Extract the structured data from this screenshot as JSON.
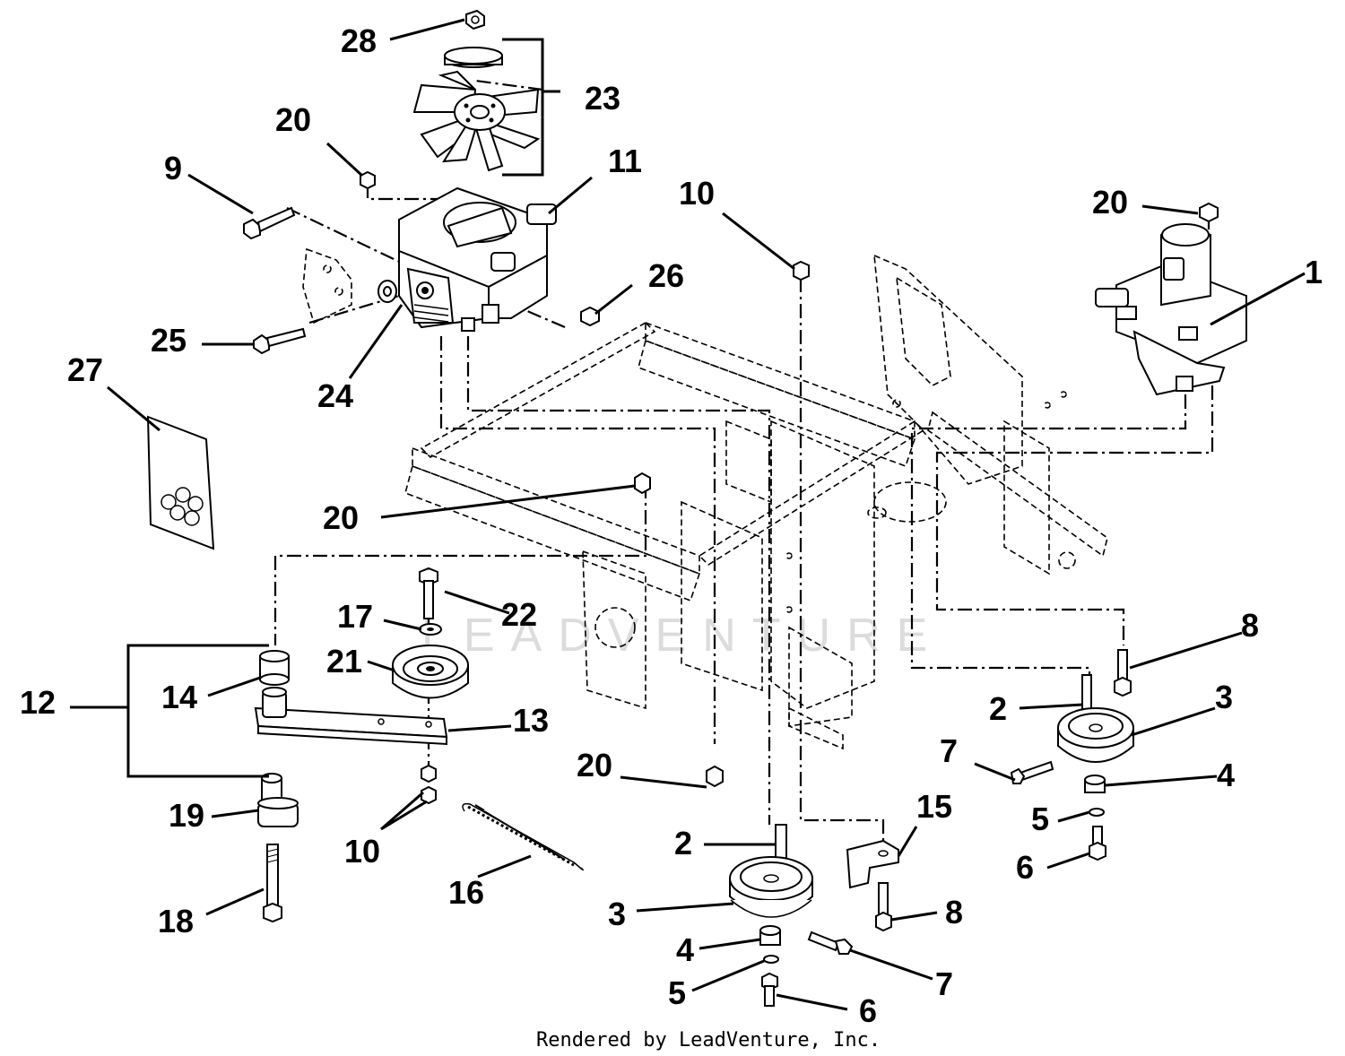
{
  "footer": "Rendered by LeadVenture, Inc.",
  "watermark": "LEADVENTURE",
  "callouts": [
    {
      "id": "c28",
      "label": "28"
    },
    {
      "id": "c23",
      "label": "23"
    },
    {
      "id": "c20a",
      "label": "20"
    },
    {
      "id": "c9",
      "label": "9"
    },
    {
      "id": "c11",
      "label": "11"
    },
    {
      "id": "c10a",
      "label": "10"
    },
    {
      "id": "c20b",
      "label": "20"
    },
    {
      "id": "c1",
      "label": "1"
    },
    {
      "id": "c26",
      "label": "26"
    },
    {
      "id": "c25",
      "label": "25"
    },
    {
      "id": "c24",
      "label": "24"
    },
    {
      "id": "c27",
      "label": "27"
    },
    {
      "id": "c20c",
      "label": "20"
    },
    {
      "id": "c22",
      "label": "22"
    },
    {
      "id": "c17",
      "label": "17"
    },
    {
      "id": "c21",
      "label": "21"
    },
    {
      "id": "c12",
      "label": "12"
    },
    {
      "id": "c14",
      "label": "14"
    },
    {
      "id": "c13",
      "label": "13"
    },
    {
      "id": "c8a",
      "label": "8"
    },
    {
      "id": "c2a",
      "label": "2"
    },
    {
      "id": "c3a",
      "label": "3"
    },
    {
      "id": "c7a",
      "label": "7"
    },
    {
      "id": "c4a",
      "label": "4"
    },
    {
      "id": "c5a",
      "label": "5"
    },
    {
      "id": "c6a",
      "label": "6"
    },
    {
      "id": "c20d",
      "label": "20"
    },
    {
      "id": "c19",
      "label": "19"
    },
    {
      "id": "c10b",
      "label": "10"
    },
    {
      "id": "c16",
      "label": "16"
    },
    {
      "id": "c15",
      "label": "15"
    },
    {
      "id": "c2b",
      "label": "2"
    },
    {
      "id": "c3b",
      "label": "3"
    },
    {
      "id": "c8b",
      "label": "8"
    },
    {
      "id": "c18",
      "label": "18"
    },
    {
      "id": "c4b",
      "label": "4"
    },
    {
      "id": "c7b",
      "label": "7"
    },
    {
      "id": "c5b",
      "label": "5"
    },
    {
      "id": "c6b",
      "label": "6"
    }
  ]
}
